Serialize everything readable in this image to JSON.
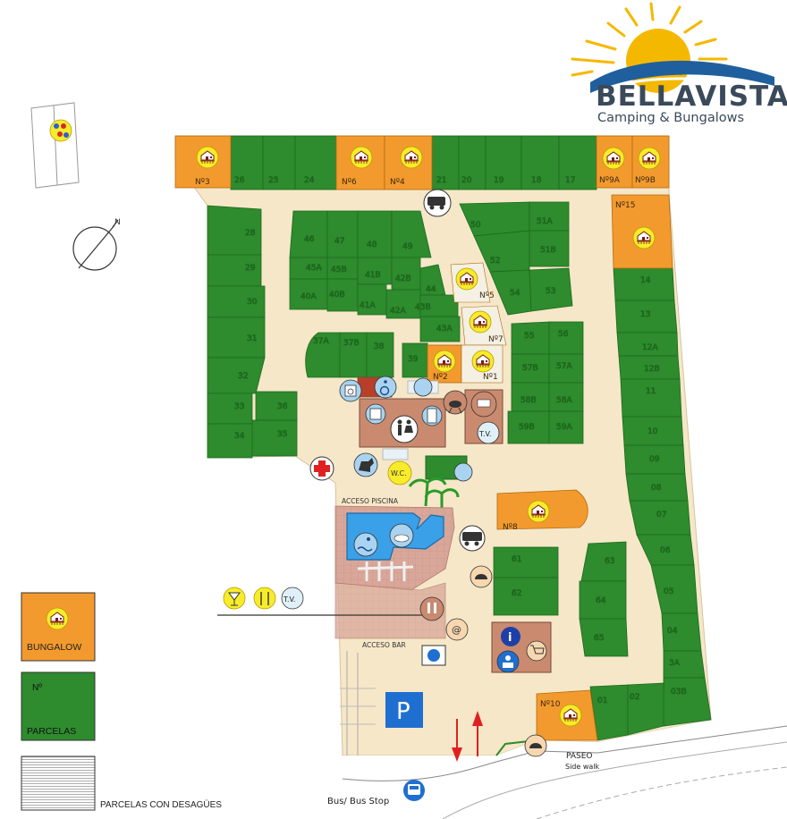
{
  "brand": {
    "name": "BELLAVISTA",
    "tagline": "Camping & Bungalows",
    "sun_color": "#f5b800",
    "wave_color": "#1f5f9e"
  },
  "colors": {
    "bungalow": "#f39a2e",
    "plot": "#2e8b2e",
    "ground": "#f6e7c8",
    "building": "#c98a6f",
    "pool": "#3aa0e8",
    "parking": "#1f6fd1",
    "arrow": "#e02020"
  },
  "compass": {
    "north_label": "N"
  },
  "bungalows": [
    {
      "id": "b3",
      "label": "Nº3"
    },
    {
      "id": "b6",
      "label": "Nº6"
    },
    {
      "id": "b4",
      "label": "Nº4"
    },
    {
      "id": "b9a",
      "label": "Nº9A"
    },
    {
      "id": "b9b",
      "label": "Nº9B"
    },
    {
      "id": "b15",
      "label": "Nº15"
    },
    {
      "id": "b5",
      "label": "Nº5"
    },
    {
      "id": "b7",
      "label": "Nº7"
    },
    {
      "id": "b2",
      "label": "Nº2"
    },
    {
      "id": "b1",
      "label": "Nº1"
    },
    {
      "id": "b8",
      "label": "Nº8"
    },
    {
      "id": "b10",
      "label": "Nº10"
    }
  ],
  "plots": [
    "26",
    "25",
    "24",
    "21",
    "20",
    "19",
    "18",
    "17",
    "28",
    "29",
    "30",
    "31",
    "32",
    "33",
    "34",
    "35",
    "36",
    "46",
    "47",
    "48",
    "49",
    "45A",
    "45B",
    "41B",
    "42B",
    "44",
    "40A",
    "40B",
    "41A",
    "42A",
    "43B",
    "43A",
    "50",
    "51A",
    "51B",
    "52",
    "54",
    "53",
    "37A",
    "37B",
    "38",
    "39",
    "55",
    "56",
    "57B",
    "57A",
    "58B",
    "58A",
    "59B",
    "59A",
    "14",
    "13",
    "12A",
    "12B",
    "11",
    "10",
    "09",
    "08",
    "07",
    "06",
    "05",
    "04",
    "3A",
    "03B",
    "01",
    "02",
    "61",
    "62",
    "63",
    "64",
    "65"
  ],
  "labels": {
    "pool_access": "ACCESO PISCINA",
    "bar_access": "ACCESO BAR",
    "sidewalk_es": "PASEO",
    "sidewalk_en": "Side walk",
    "bus_stop": "Bus/ Bus Stop",
    "tv": "T.V.",
    "wc": "W.C.",
    "parking": "P",
    "info": "i"
  },
  "legend": {
    "bungalow": "BUNGALOW",
    "plot_number": "Nº",
    "plots": "PARCELAS",
    "drained_plots": "PARCELAS CON DESAGÜES"
  }
}
